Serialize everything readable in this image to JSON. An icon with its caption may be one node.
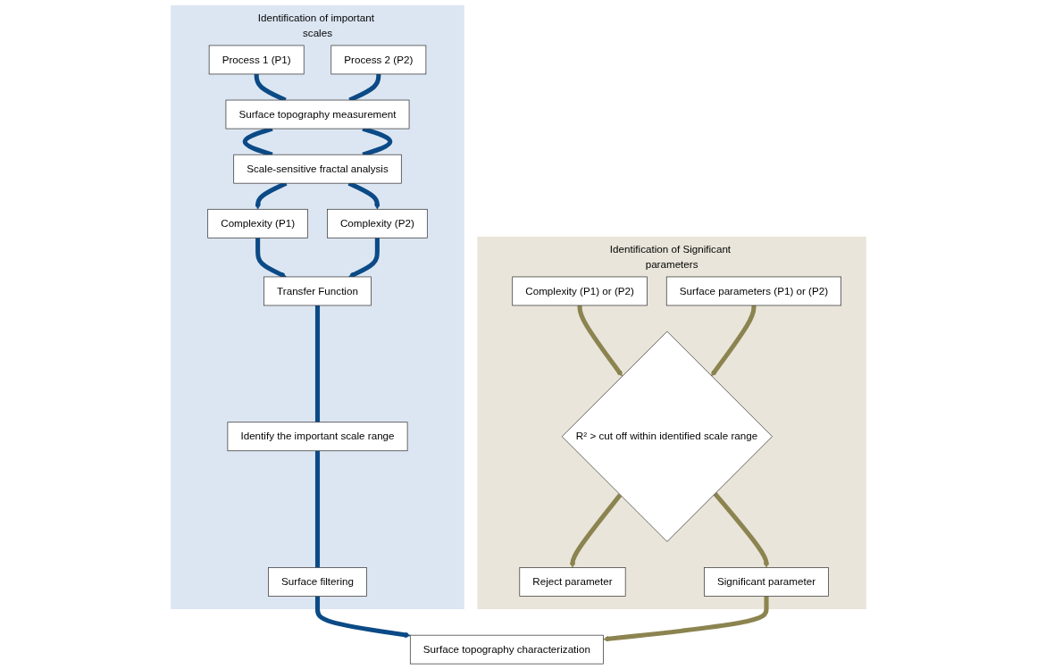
{
  "diagram": {
    "nodes": [
      {
        "text": [
          "Identification of important scales"
        ]
      },
      {
        "text": [
          "Process 1 (P1)"
        ],
        "in": 0
      },
      {
        "text": [
          "Process 2 (P2)"
        ],
        "in": 0
      },
      {
        "text": [
          "Surface topography measurement"
        ],
        "in": 0
      },
      {
        "text": [
          "Scale-sensitive fractal analysis"
        ],
        "in": 0
      },
      {
        "text": [
          "Complexity (P1)"
        ],
        "in": 0
      },
      {
        "text": [
          "Complexity (P2)"
        ],
        "in": 0
      },
      {
        "text": [
          "Transfer Function"
        ],
        "in": 0
      },
      {
        "text": [
          "Identify the important scale range"
        ],
        "in": 0
      },
      {
        "text": [
          "Surface filtering"
        ],
        "in": 0
      },
      {
        "text": [
          "Identification of Significant parameters"
        ]
      },
      {
        "text": [
          "Complexity (P1) or (P2)"
        ],
        "in": 10
      },
      {
        "text": [
          "Surface parameters (P1) or (P2)"
        ],
        "in": 10
      },
      {
        "text": [
          "R² > cut off within identified scale range"
        ],
        "in": 10
      },
      {
        "text": [
          "Reject parameter"
        ],
        "in": 10
      },
      {
        "text": [
          "Significant parameter"
        ],
        "in": 10
      },
      {
        "text": [
          "Surface topography characterization"
        ]
      }
    ],
    "edges": [
      {
        "from": 1,
        "to": 3,
        "arrow": "none"
      },
      {
        "from": 2,
        "to": 3,
        "arrow": "none"
      },
      {
        "from": 3,
        "to": 4,
        "arrow": "none"
      },
      {
        "from": 3,
        "to": 4,
        "arrow": "none"
      },
      {
        "from": 4,
        "to": 5,
        "arrow": "to"
      },
      {
        "from": 4,
        "to": 6,
        "arrow": "to"
      },
      {
        "from": 5,
        "to": 7,
        "arrow": "to"
      },
      {
        "from": 6,
        "to": 7,
        "arrow": "to"
      },
      {
        "from": 7,
        "to": 8,
        "arrow": "none"
      },
      {
        "from": 8,
        "to": 9,
        "arrow": "none"
      },
      {
        "from": 9,
        "to": 16,
        "arrow": "to"
      },
      {
        "from": 11,
        "to": 13,
        "arrow": "to",
        "color": "#8c8450"
      },
      {
        "from": 12,
        "to": 13,
        "arrow": "to",
        "color": "#8c8450"
      },
      {
        "from": 13,
        "to": 14,
        "arrow": "to",
        "color": "#8c8450"
      },
      {
        "from": 13,
        "to": 15,
        "arrow": "to",
        "color": "#8c8450"
      },
      {
        "from": 15,
        "to": 16,
        "arrow": "to",
        "color": "#8c8450"
      }
    ]
  }
}
